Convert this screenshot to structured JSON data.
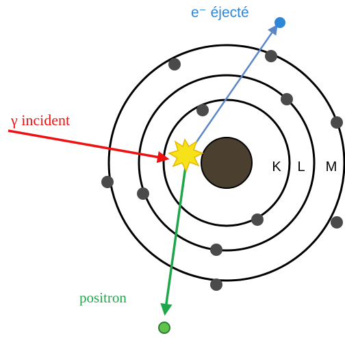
{
  "labels": {
    "ejected_electron": "e⁻ éjecté",
    "incident_photon": "γ incident",
    "positron": "positron",
    "shell_k": "K",
    "shell_l": "L",
    "shell_m": "M"
  },
  "colors": {
    "ejected_electron": "#2e86d6",
    "ejected_arrow": "#5b86c8",
    "incident_photon": "#ee1111",
    "positron": "#1fa64a",
    "positron_dot": "#5fc24a",
    "nucleus": "#4b3f2f",
    "electron": "#4a4a4a",
    "orbit": "#000000",
    "interaction": "#f7e11a"
  }
}
